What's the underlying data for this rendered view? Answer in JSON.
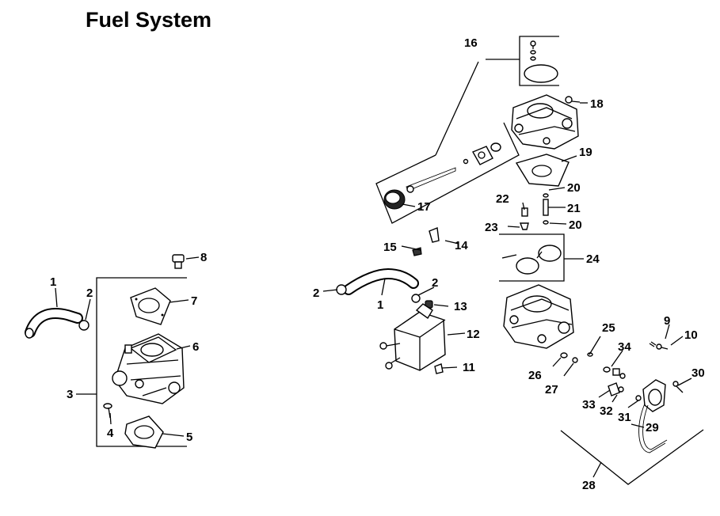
{
  "title": "Fuel System",
  "callouts": {
    "left": {
      "c1": "1",
      "c2": "2",
      "c3": "3",
      "c4": "4",
      "c5": "5",
      "c6": "6",
      "c7": "7",
      "c8": "8"
    },
    "right": {
      "c1": "1",
      "c2a": "2",
      "c2b": "2",
      "c9": "9",
      "c10": "10",
      "c11": "11",
      "c12": "12",
      "c13": "13",
      "c14": "14",
      "c15": "15",
      "c16": "16",
      "c17": "17",
      "c18": "18",
      "c19": "19",
      "c20a": "20",
      "c20b": "20",
      "c21": "21",
      "c22": "22",
      "c23": "23",
      "c24": "24",
      "c25": "25",
      "c26": "26",
      "c27": "27",
      "c28": "28",
      "c29": "29",
      "c30": "30",
      "c31": "31",
      "c32": "32",
      "c33": "33",
      "c34": "34"
    }
  }
}
